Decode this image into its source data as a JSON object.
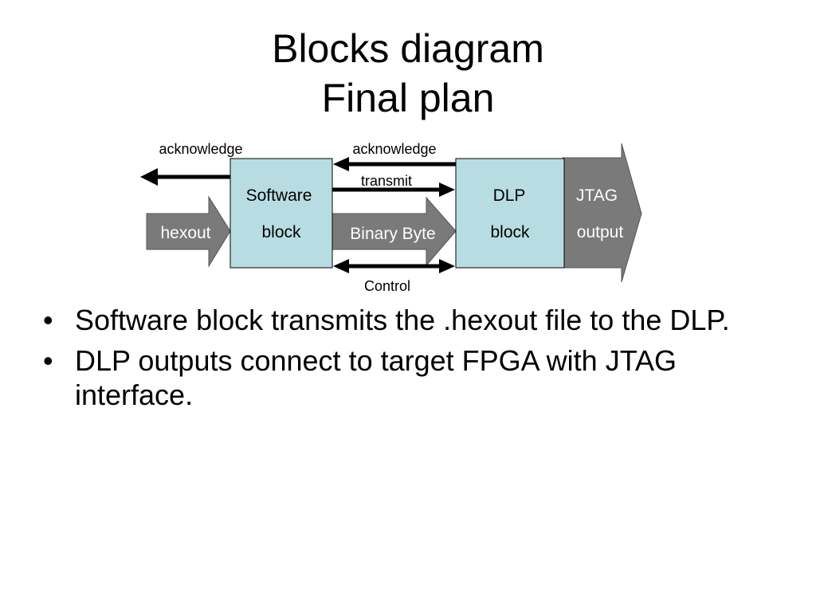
{
  "title": {
    "line1": "Blocks diagram",
    "line2": "Final plan"
  },
  "diagram": {
    "labels": {
      "acknowledge_left": "acknowledge",
      "acknowledge_right": "acknowledge",
      "transmit": "transmit",
      "control": "Control"
    },
    "blocks": {
      "software_line1": "Software",
      "software_line2": "block",
      "dlp_line1": "DLP",
      "dlp_line2": "block"
    },
    "arrows": {
      "hexout": "hexout",
      "binary_byte": "Binary Byte",
      "jtag_line1": "JTAG",
      "jtag_line2": "output"
    },
    "colors": {
      "block_fill": "#b7dde2",
      "arrow_fill": "#7a7a7a",
      "line": "#000000"
    }
  },
  "bullets": [
    {
      "text": "Software block transmits the .hexout file to the DLP."
    },
    {
      "text": "DLP outputs connect to target FPGA with JTAG interface."
    }
  ]
}
